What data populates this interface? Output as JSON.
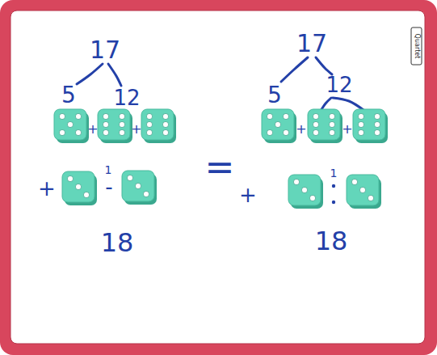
{
  "diagram": {
    "labels": [
      "17",
      "5",
      "12",
      "+",
      "+",
      "+",
      "1",
      "-",
      "18",
      "=",
      "17",
      "5",
      "12",
      "+",
      "+",
      "+",
      "1",
      "18",
      "Quartet"
    ]
  }
}
